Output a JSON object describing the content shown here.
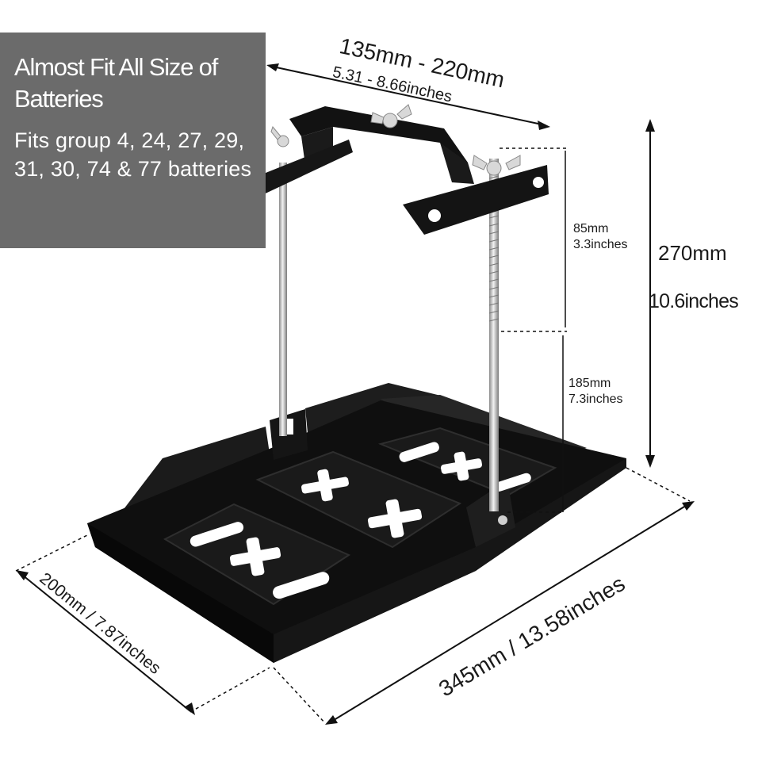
{
  "info_box": {
    "title": "Almost Fit All Size of Batteries",
    "subtitle": "Fits group 4, 24, 27, 29, 31, 30, 74 & 77 batteries"
  },
  "dimensions": {
    "clamp_width_mm": "135mm - 220mm",
    "clamp_width_in": "5.31 - 8.66inches",
    "upper_height_mm": "85mm",
    "upper_height_in": "3.3inches",
    "lower_height_mm": "185mm",
    "lower_height_in": "7.3inches",
    "total_height_mm": "270mm",
    "total_height_in": "10.6inches",
    "tray_depth": "200mm / 7.87inches",
    "tray_length": "345mm / 13.58inches"
  },
  "colors": {
    "tray": "#0f0f0f",
    "info_box": "#6b6b6b",
    "rod": "#c8c8c8"
  }
}
